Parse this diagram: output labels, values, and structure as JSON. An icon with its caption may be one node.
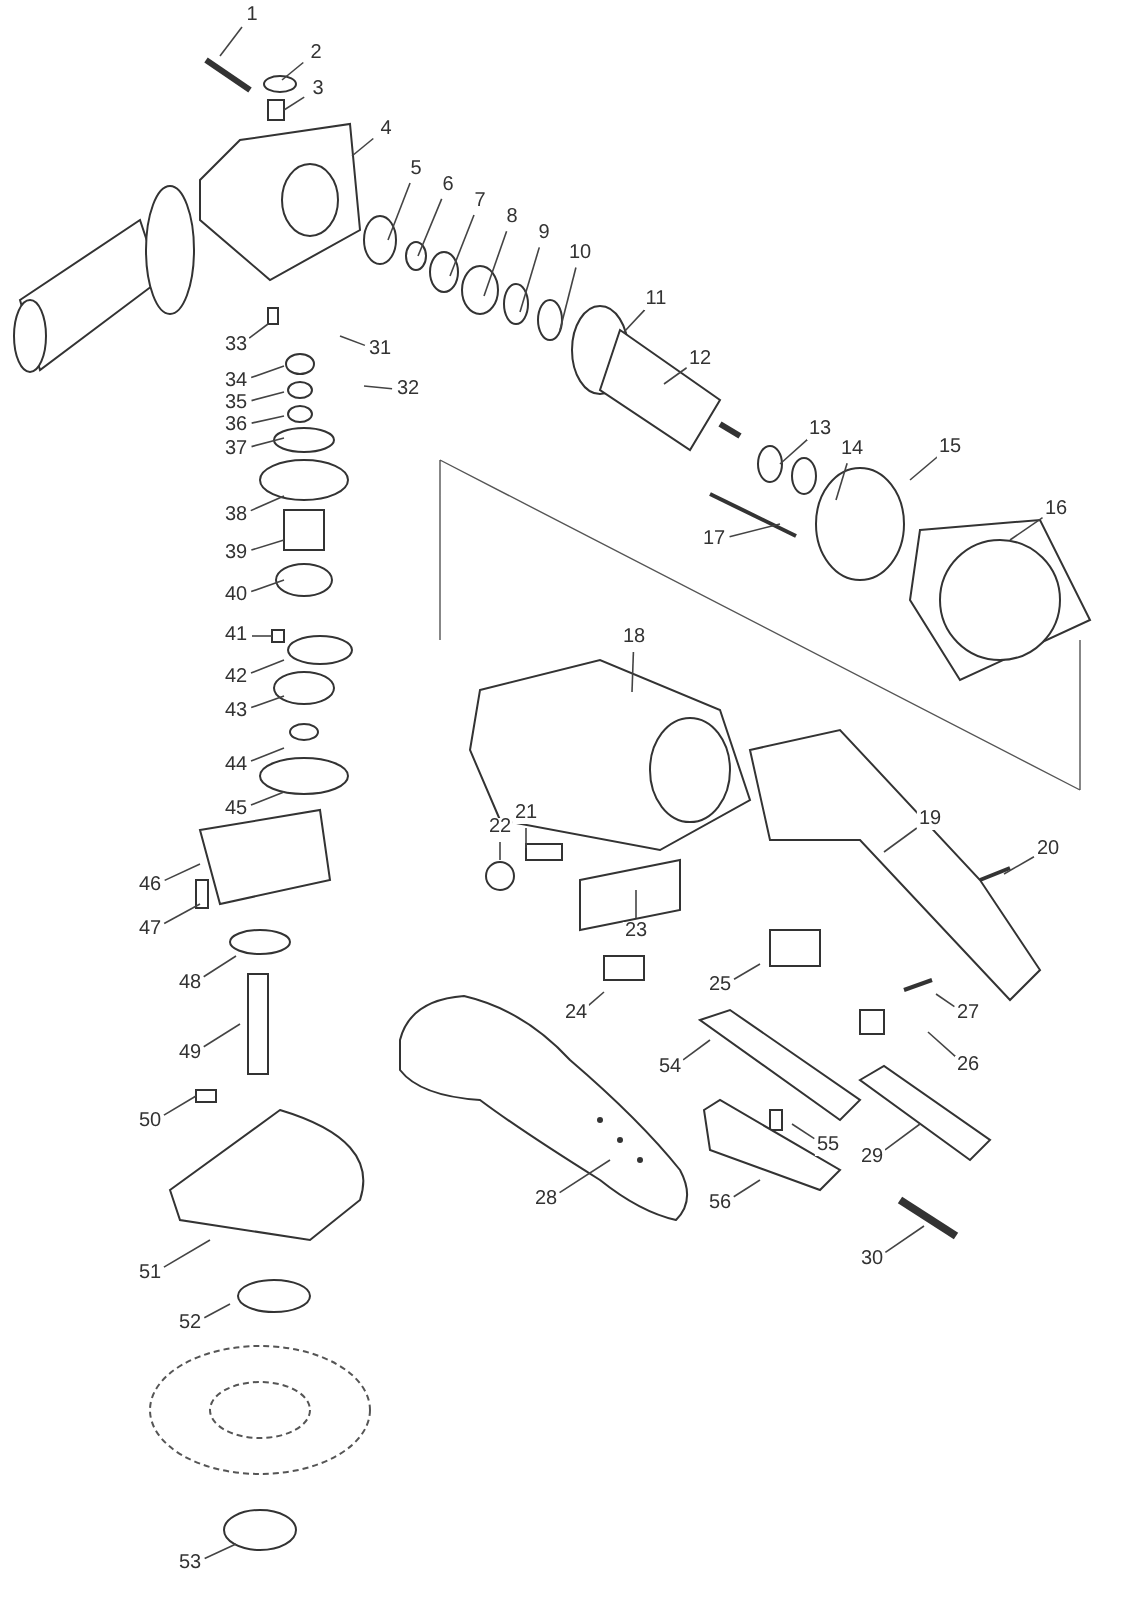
{
  "diagram": {
    "nodes": [
      {
        "text": [
          "1"
        ]
      },
      {
        "text": [
          "2"
        ]
      },
      {
        "text": [
          "3"
        ]
      },
      {
        "text": [
          "4"
        ]
      },
      {
        "text": [
          "5"
        ]
      },
      {
        "text": [
          "6"
        ]
      },
      {
        "text": [
          "7"
        ]
      },
      {
        "text": [
          "8"
        ]
      },
      {
        "text": [
          "9"
        ]
      },
      {
        "text": [
          "10"
        ]
      },
      {
        "text": [
          "11"
        ]
      },
      {
        "text": [
          "12"
        ]
      },
      {
        "text": [
          "13"
        ]
      },
      {
        "text": [
          "14"
        ]
      },
      {
        "text": [
          "15"
        ]
      },
      {
        "text": [
          "16"
        ]
      },
      {
        "text": [
          "17"
        ]
      },
      {
        "text": [
          "18"
        ]
      },
      {
        "text": [
          "19"
        ]
      },
      {
        "text": [
          "20"
        ]
      },
      {
        "text": [
          "21"
        ]
      },
      {
        "text": [
          "22"
        ]
      },
      {
        "text": [
          "23"
        ]
      },
      {
        "text": [
          "24"
        ]
      },
      {
        "text": [
          "25"
        ]
      },
      {
        "text": [
          "26"
        ]
      },
      {
        "text": [
          "27"
        ]
      },
      {
        "text": [
          "28"
        ]
      },
      {
        "text": [
          "29"
        ]
      },
      {
        "text": [
          "30"
        ]
      },
      {
        "text": [
          "31"
        ]
      },
      {
        "text": [
          "32"
        ]
      },
      {
        "text": [
          "33"
        ]
      },
      {
        "text": [
          "34"
        ]
      },
      {
        "text": [
          "35"
        ]
      },
      {
        "text": [
          "36"
        ]
      },
      {
        "text": [
          "37"
        ]
      },
      {
        "text": [
          "38"
        ]
      },
      {
        "text": [
          "39"
        ]
      },
      {
        "text": [
          "40"
        ]
      },
      {
        "text": [
          "41"
        ]
      },
      {
        "text": [
          "42"
        ]
      },
      {
        "text": [
          "43"
        ]
      },
      {
        "text": [
          "44"
        ]
      },
      {
        "text": [
          "45"
        ]
      },
      {
        "text": [
          "46"
        ]
      },
      {
        "text": [
          "47"
        ]
      },
      {
        "text": [
          "48"
        ]
      },
      {
        "text": [
          "49"
        ]
      },
      {
        "text": [
          "50"
        ]
      },
      {
        "text": [
          "51"
        ]
      },
      {
        "text": [
          "52"
        ]
      },
      {
        "text": [
          "53"
        ]
      },
      {
        "text": [
          "54"
        ]
      },
      {
        "text": [
          "55"
        ]
      },
      {
        "text": [
          "56"
        ]
      }
    ],
    "edges": [
      {
        "from": 0,
        "to": null,
        "arrow": "none"
      },
      {
        "from": 1,
        "to": null,
        "arrow": "none"
      },
      {
        "from": 2,
        "to": null,
        "arrow": "none"
      },
      {
        "from": 3,
        "to": null,
        "arrow": "none"
      },
      {
        "from": 4,
        "to": null,
        "arrow": "none"
      },
      {
        "from": 5,
        "to": null,
        "arrow": "none"
      },
      {
        "from": 6,
        "to": null,
        "arrow": "none"
      },
      {
        "from": 7,
        "to": null,
        "arrow": "none"
      },
      {
        "from": 8,
        "to": null,
        "arrow": "none"
      },
      {
        "from": 9,
        "to": null,
        "arrow": "none"
      },
      {
        "from": 10,
        "to": null,
        "arrow": "none"
      },
      {
        "from": 11,
        "to": null,
        "arrow": "none"
      },
      {
        "from": 12,
        "to": null,
        "arrow": "none"
      },
      {
        "from": 13,
        "to": null,
        "arrow": "none"
      },
      {
        "from": 14,
        "to": null,
        "arrow": "none"
      },
      {
        "from": 15,
        "to": null,
        "arrow": "none"
      },
      {
        "from": 16,
        "to": null,
        "arrow": "none"
      },
      {
        "from": 17,
        "to": null,
        "arrow": "none"
      },
      {
        "from": 18,
        "to": null,
        "arrow": "none"
      },
      {
        "from": 19,
        "to": null,
        "arrow": "none"
      },
      {
        "from": 20,
        "to": null,
        "arrow": "none"
      },
      {
        "from": 21,
        "to": null,
        "arrow": "none"
      },
      {
        "from": 22,
        "to": null,
        "arrow": "none"
      },
      {
        "from": 23,
        "to": null,
        "arrow": "none"
      },
      {
        "from": 24,
        "to": null,
        "arrow": "none"
      },
      {
        "from": 25,
        "to": null,
        "arrow": "none"
      },
      {
        "from": 26,
        "to": null,
        "arrow": "none"
      },
      {
        "from": 27,
        "to": null,
        "arrow": "none"
      },
      {
        "from": 28,
        "to": null,
        "arrow": "none"
      },
      {
        "from": 29,
        "to": null,
        "arrow": "none"
      },
      {
        "from": 30,
        "to": null,
        "arrow": "none"
      },
      {
        "from": 31,
        "to": null,
        "arrow": "none"
      },
      {
        "from": 32,
        "to": null,
        "arrow": "none"
      },
      {
        "from": 33,
        "to": null,
        "arrow": "none"
      },
      {
        "from": 34,
        "to": null,
        "arrow": "none"
      },
      {
        "from": 35,
        "to": null,
        "arrow": "none"
      },
      {
        "from": 36,
        "to": null,
        "arrow": "none"
      },
      {
        "from": 37,
        "to": null,
        "arrow": "none"
      },
      {
        "from": 38,
        "to": null,
        "arrow": "none"
      },
      {
        "from": 39,
        "to": null,
        "arrow": "none"
      },
      {
        "from": 40,
        "to": null,
        "arrow": "none"
      },
      {
        "from": 41,
        "to": null,
        "arrow": "none"
      },
      {
        "from": 42,
        "to": null,
        "arrow": "none"
      },
      {
        "from": 43,
        "to": null,
        "arrow": "none"
      },
      {
        "from": 44,
        "to": null,
        "arrow": "none"
      },
      {
        "from": 45,
        "to": null,
        "arrow": "none"
      },
      {
        "from": 46,
        "to": null,
        "arrow": "none"
      },
      {
        "from": 47,
        "to": null,
        "arrow": "none"
      },
      {
        "from": 48,
        "to": null,
        "arrow": "none"
      },
      {
        "from": 49,
        "to": null,
        "arrow": "none"
      },
      {
        "from": 50,
        "to": null,
        "arrow": "none"
      },
      {
        "from": 51,
        "to": null,
        "arrow": "none"
      },
      {
        "from": 52,
        "to": null,
        "arrow": "none"
      },
      {
        "from": 53,
        "to": null,
        "arrow": "none"
      },
      {
        "from": 54,
        "to": null,
        "arrow": "none"
      },
      {
        "from": 55,
        "to": null,
        "arrow": "none"
      }
    ]
  }
}
